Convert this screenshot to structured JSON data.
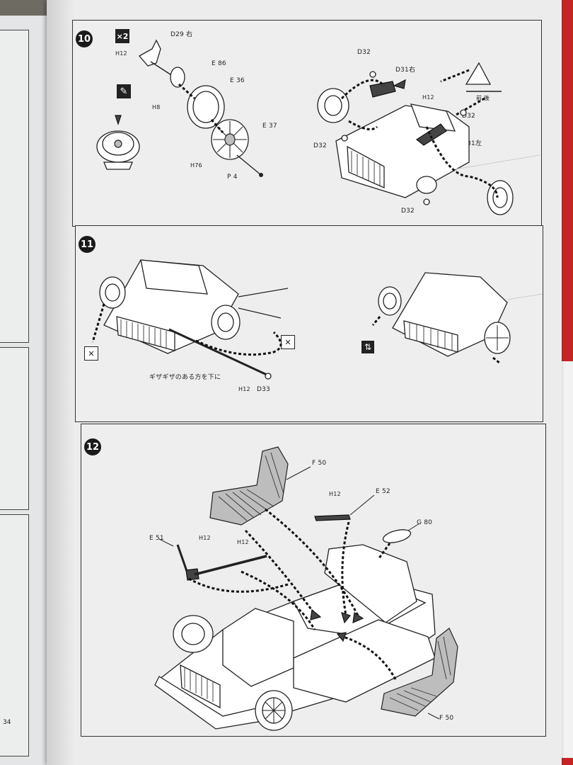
{
  "left_page": {
    "page_number": "34"
  },
  "steps": [
    {
      "number": "10",
      "multiplier": "×2",
      "labels": {
        "d29": "D29 右",
        "h12a": "H12",
        "e86": "E 86",
        "e36": "E 36",
        "h8": "H8",
        "e37": "E 37",
        "h76": "H76",
        "p4": "P 4",
        "d32_top": "D32",
        "d31r": "D31右",
        "h12b": "H12",
        "front_rear": "前 後",
        "d32_right": "D32",
        "d32_left": "D32",
        "d31l": "D31左",
        "d32_bottom": "D32"
      }
    },
    {
      "number": "11",
      "labels": {
        "instruction": "ギザギザのある方を下に",
        "h12": "H12",
        "d33": "D33"
      }
    },
    {
      "number": "12",
      "labels": {
        "f50_top": "F 50",
        "h12a": "H12",
        "e52": "E 52",
        "g80": "G 80",
        "e51": "E 51",
        "h12b": "H12",
        "h12c": "H12",
        "f50_bottom": "F 50"
      }
    }
  ]
}
